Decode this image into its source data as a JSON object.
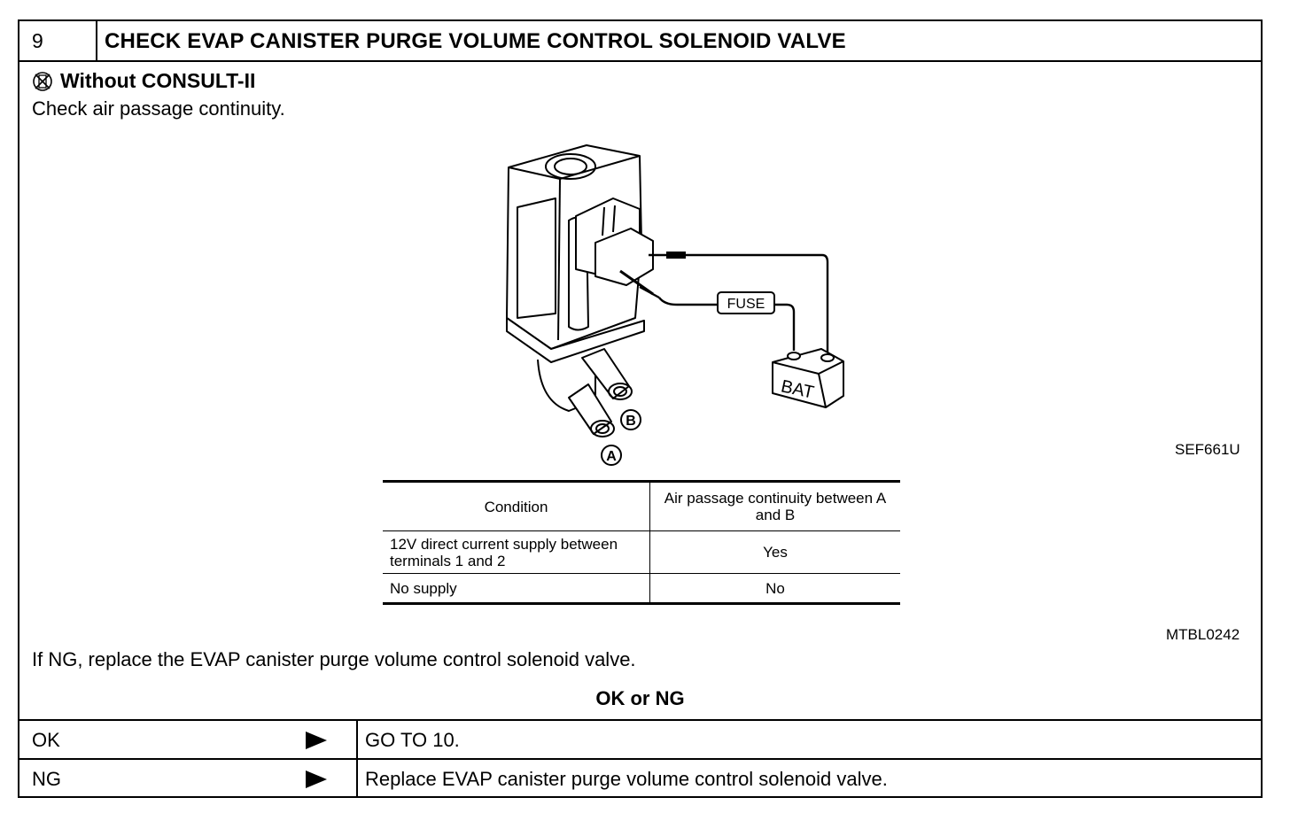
{
  "header": {
    "step": "9",
    "title": "CHECK EVAP CANISTER PURGE VOLUME CONTROL SOLENOID VALVE"
  },
  "subheading": {
    "icon": "no-consult-icon",
    "text": "Without CONSULT-II"
  },
  "instruction": "Check air passage continuity.",
  "figure": {
    "code": "SEF661U",
    "fuse_label": "FUSE",
    "battery_label": "BAT",
    "port_a": "A",
    "port_b": "B"
  },
  "table": {
    "headers": [
      "Condition",
      "Air passage continuity between A and B"
    ],
    "rows": [
      [
        "12V direct current supply between terminals 1 and 2",
        "Yes"
      ],
      [
        "No supply",
        "No"
      ]
    ],
    "code": "MTBL0242"
  },
  "ng_note": "If NG, replace the EVAP canister purge volume control solenoid valve.",
  "decision_label": "OK or NG",
  "results": [
    {
      "key": "OK",
      "action": "GO TO 10."
    },
    {
      "key": "NG",
      "action": "Replace EVAP canister purge volume control solenoid valve."
    }
  ]
}
